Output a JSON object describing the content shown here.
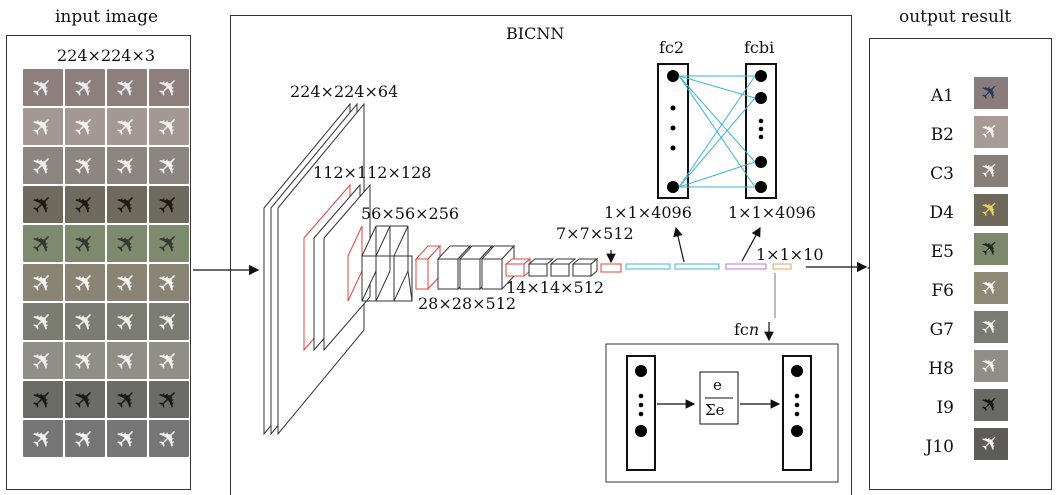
{
  "input": {
    "title": "input image",
    "size_label": "224×224×3",
    "rows": [
      {
        "bg": "#8f7f7c",
        "plane": "#e8eef4"
      },
      {
        "bg": "#a39894",
        "plane": "#f2f2f2"
      },
      {
        "bg": "#8c8580",
        "plane": "#f0f0f0"
      },
      {
        "bg": "#6f6a5e",
        "plane": "#1c1c14"
      },
      {
        "bg": "#7e8a6e",
        "plane": "#2e3a32"
      },
      {
        "bg": "#8a8474",
        "plane": "#f4f4f4"
      },
      {
        "bg": "#7b7c72",
        "plane": "#eef0f0"
      },
      {
        "bg": "#8f8f88",
        "plane": "#f0f0f0"
      },
      {
        "bg": "#6c6c66",
        "plane": "#1a1a1a"
      },
      {
        "bg": "#767676",
        "plane": "#f2f2f2"
      }
    ]
  },
  "bicnn": {
    "title": "BICNN",
    "layer_labels": {
      "l224": "224×224×64",
      "l112": "112×112×128",
      "l56": "56×56×256",
      "l28": "28×28×512",
      "l14": "14×14×512",
      "l7": "7×7×512",
      "fc2_size": "1×1×4096",
      "fcbi_size": "1×1×4096",
      "out_size": "1×1×10"
    },
    "fc2_label": "fc2",
    "fcbi_label": "fcbi",
    "fcn_label_main": "fc",
    "fcn_label_italic": "n",
    "softmax_top": "e",
    "softmax_bottom": "Σe"
  },
  "output": {
    "title": "output result",
    "classes": [
      {
        "name": "A1",
        "bg": "#8a7c7c",
        "plane": "#2a3a5a"
      },
      {
        "name": "B2",
        "bg": "#a89a94",
        "plane": "#f0f0f0"
      },
      {
        "name": "C3",
        "bg": "#857f78",
        "plane": "#f0f0f0"
      },
      {
        "name": "D4",
        "bg": "#6e685a",
        "plane": "#e6d060"
      },
      {
        "name": "E5",
        "bg": "#7c876c",
        "plane": "#1e2a22"
      },
      {
        "name": "F6",
        "bg": "#8e8876",
        "plane": "#f6f6f6"
      },
      {
        "name": "G7",
        "bg": "#7a7b72",
        "plane": "#eef0f0"
      },
      {
        "name": "H8",
        "bg": "#8f8f88",
        "plane": "#f0f0f0"
      },
      {
        "name": "I9",
        "bg": "#6a6a64",
        "plane": "#151515"
      },
      {
        "name": "J10",
        "bg": "#5e5c5a",
        "plane": "#f2f2f2"
      }
    ]
  },
  "colors": {
    "pool": "#e0443c",
    "fc": "#3fb4d6",
    "fcbi_out": "#c070c8",
    "final": "#f0a060",
    "conv": "#333333"
  }
}
